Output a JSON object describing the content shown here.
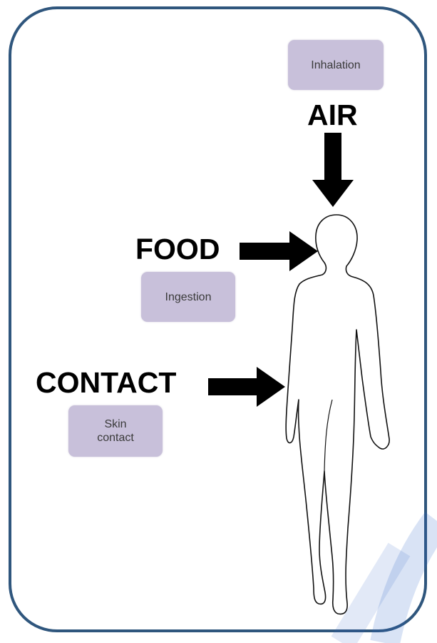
{
  "diagram": {
    "routes": [
      {
        "id": "air",
        "label": "AIR",
        "box_label": "Inhalation",
        "arrow_direction": "down"
      },
      {
        "id": "food",
        "label": "FOOD",
        "box_label": "Ingestion",
        "arrow_direction": "right"
      },
      {
        "id": "contact",
        "label": "CONTACT",
        "box_label_lines": [
          "Skin",
          "contact"
        ],
        "arrow_direction": "right"
      }
    ]
  },
  "colors": {
    "frame_border": "#2f567d",
    "route_box_fill": "#c8c0da",
    "arrow_fill": "#000000",
    "watermark": "#2f64c8"
  },
  "icons": {
    "figure": "human-silhouette-icon"
  }
}
